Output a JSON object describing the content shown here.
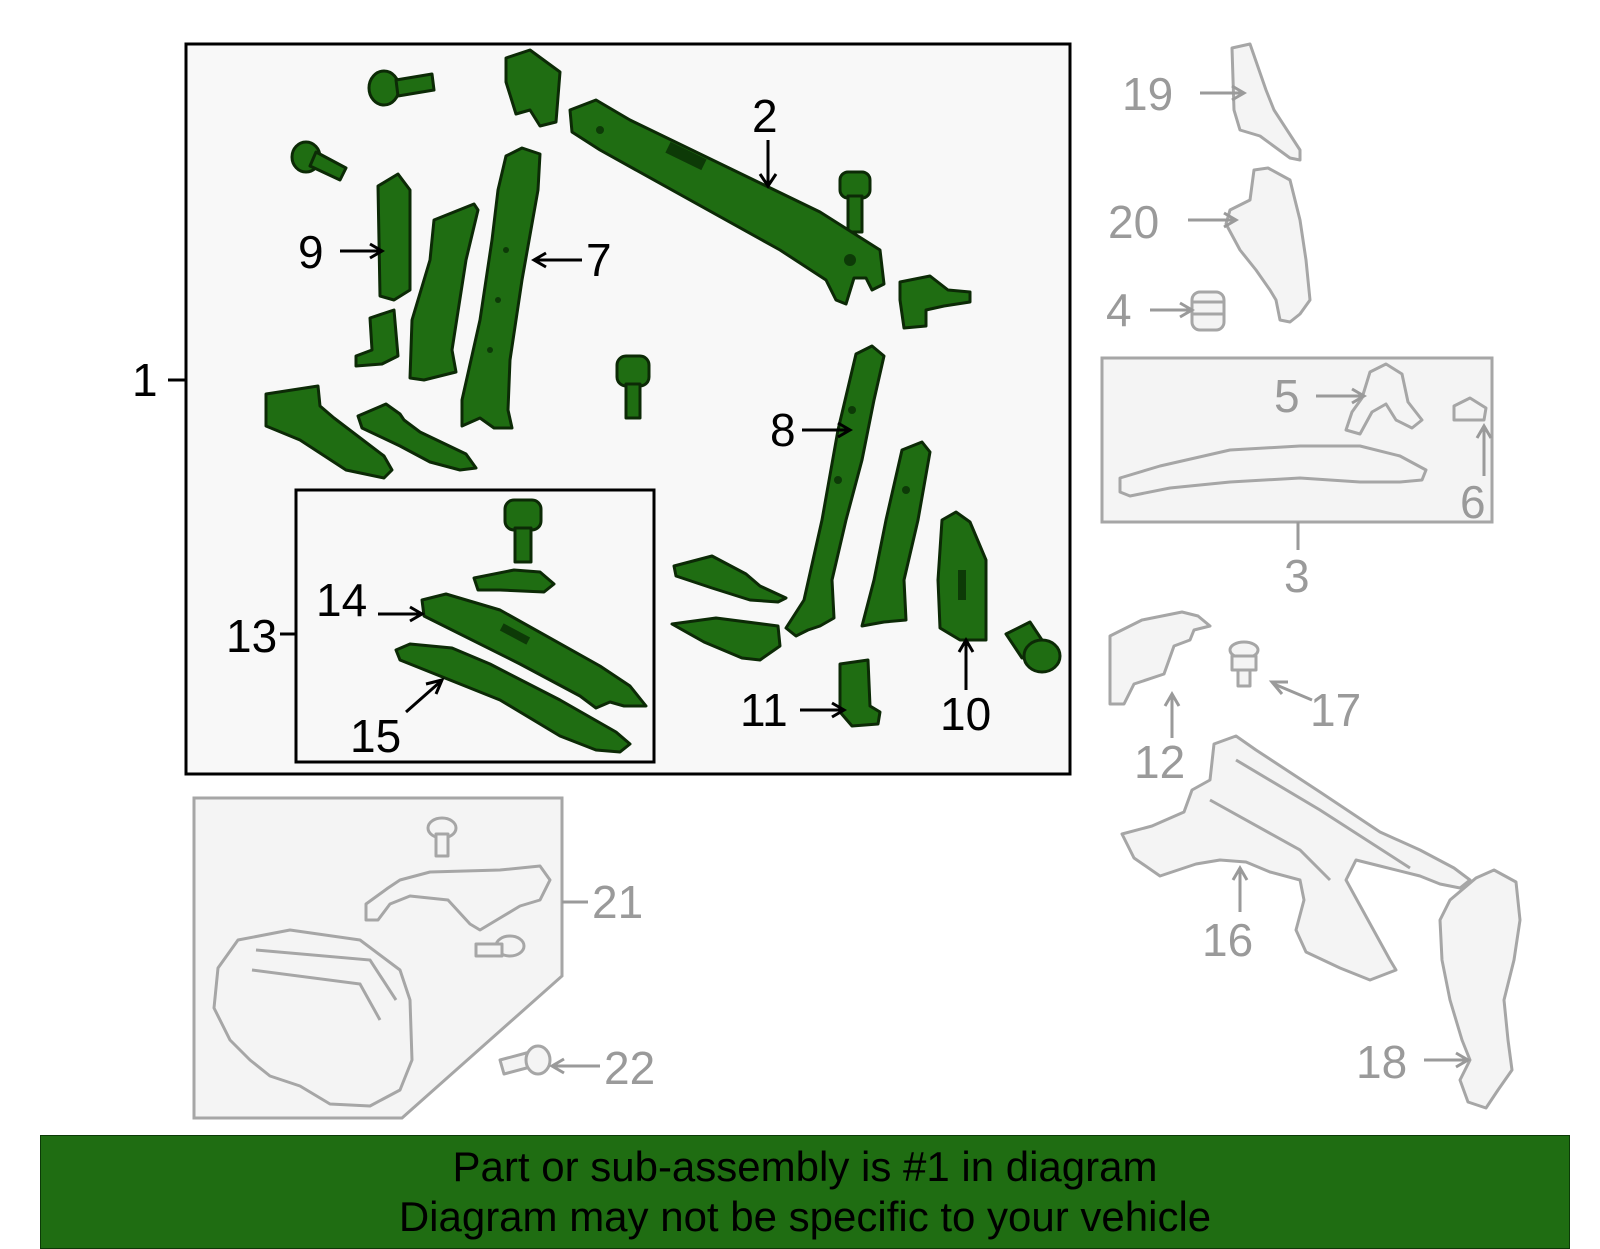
{
  "callouts": {
    "c1": "1",
    "c2": "2",
    "c3": "3",
    "c4": "4",
    "c5": "5",
    "c6": "6",
    "c7": "7",
    "c8": "8",
    "c9": "9",
    "c10": "10",
    "c11": "11",
    "c12": "12",
    "c13": "13",
    "c14": "14",
    "c15": "15",
    "c16": "16",
    "c17": "17",
    "c18": "18",
    "c19": "19",
    "c20": "20",
    "c21": "21",
    "c22": "22"
  },
  "banner": {
    "line1": "Part or sub-assembly is #1 in diagram",
    "line2": "Diagram may not be specific to your vehicle"
  },
  "colors": {
    "highlight_part": "#1f6d12",
    "ghost_part": "#a6a6a6",
    "banner_background": "#1f6d12"
  }
}
